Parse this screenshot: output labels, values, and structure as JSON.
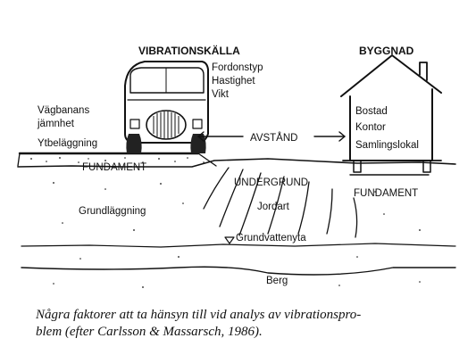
{
  "labels": {
    "source_title": "VIBRATIONSKÄLLA",
    "source_props": [
      "Fordonstyp",
      "Hastighet",
      "Vikt"
    ],
    "road_props": [
      "Vägbanans",
      "jämnhet",
      "Ytbeläggning"
    ],
    "road_foundation": "FUNDAMENT",
    "distance": "AVSTÅND",
    "building_title": "BYGGNAD",
    "building_uses": [
      "Bostad",
      "Kontor",
      "Samlingslokal"
    ],
    "building_foundation": "FUNDAMENT",
    "subsoil": "UNDERGRUND",
    "soil_type": "Jordart",
    "ground_foundation": "Grundläggning",
    "groundwater": "Grundvattenyta",
    "bedrock": "Berg"
  },
  "caption": [
    "Några faktorer att ta hänsyn till vid analys av vibrationspro-",
    "blem (efter Carlsson & Massarsch, 1986)."
  ]
}
